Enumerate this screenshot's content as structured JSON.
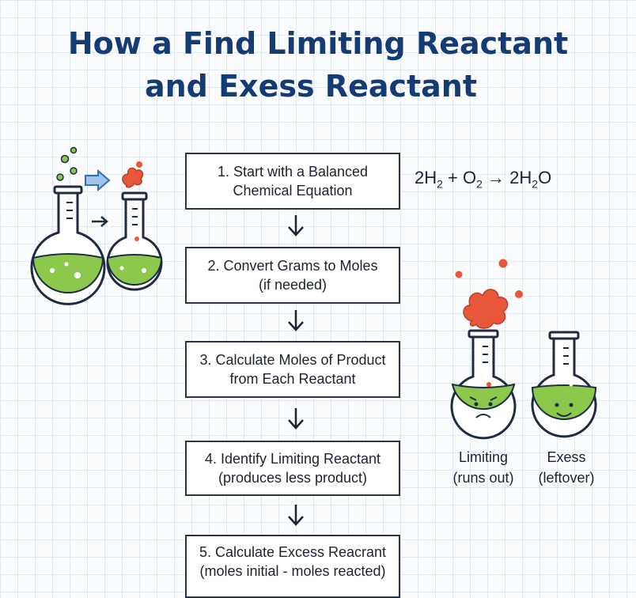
{
  "title": {
    "line1": "How a Find Limiting Reactant",
    "line2": "and Exess Reactant"
  },
  "steps": [
    {
      "line1": "1. Start with a Balanced",
      "line2": "Chemical Equation"
    },
    {
      "line1": "2. Convert Grams to Moles",
      "line2": "(if needed)"
    },
    {
      "line1": "3. Calculate Moles of Product",
      "line2": "from Each Reactant"
    },
    {
      "line1": "4. Identify Limiting Reactant",
      "line2": "(produces less product)"
    },
    {
      "line1": "5. Calculate Excess Reacrant",
      "line2": "(moles initial - moles reacted)"
    }
  ],
  "equation": {
    "coef1": "2H",
    "sub1": "2",
    "plus": " + O",
    "sub2": "2",
    "arrow": " → ",
    "coef2": "2H",
    "sub3": "2",
    "tail": "O"
  },
  "flask_labels": {
    "limiting": {
      "line1": "Limiting",
      "line2": "(runs out)"
    },
    "excess": {
      "line1": "Exess",
      "line2": "(leftover)"
    }
  },
  "colors": {
    "title": "#143b73",
    "liquid": "#8cc84b",
    "glass": "#1f2a44",
    "smoke": "#e8573a",
    "arrow_blue": "#2f6fb5"
  },
  "icons": [
    "flask-icon",
    "smoke-icon",
    "sad-face-icon",
    "happy-face-icon",
    "down-arrow-icon",
    "right-arrow-icon"
  ]
}
